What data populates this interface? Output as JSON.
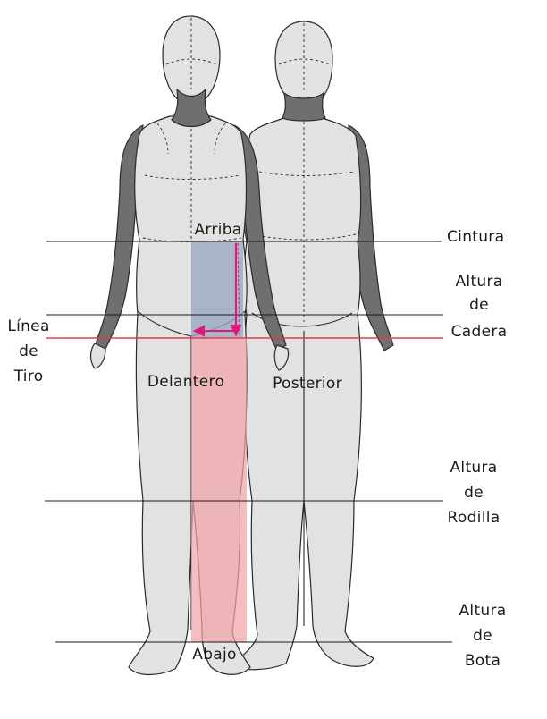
{
  "colors": {
    "upper_block": "#97a6bf",
    "lower_block": "#f2a3a8",
    "crotch_line": "#e8384a",
    "arrow": "#e0197d",
    "body_light": "#e2e2e3",
    "body_dark": "#6f6f71"
  },
  "labels": {
    "arriba": "Arriba",
    "abajo": "Abajo",
    "delantero": "Delantero",
    "posterior": "Posterior",
    "cintura": "Cintura",
    "altura_cadera": [
      "Altura",
      "de",
      "Cadera"
    ],
    "linea_tiro": [
      "Línea",
      "de",
      "Tiro"
    ],
    "altura_rodilla": [
      "Altura",
      "de",
      "Rodilla"
    ],
    "altura_bota": [
      "Altura",
      "de",
      "Bota"
    ]
  }
}
